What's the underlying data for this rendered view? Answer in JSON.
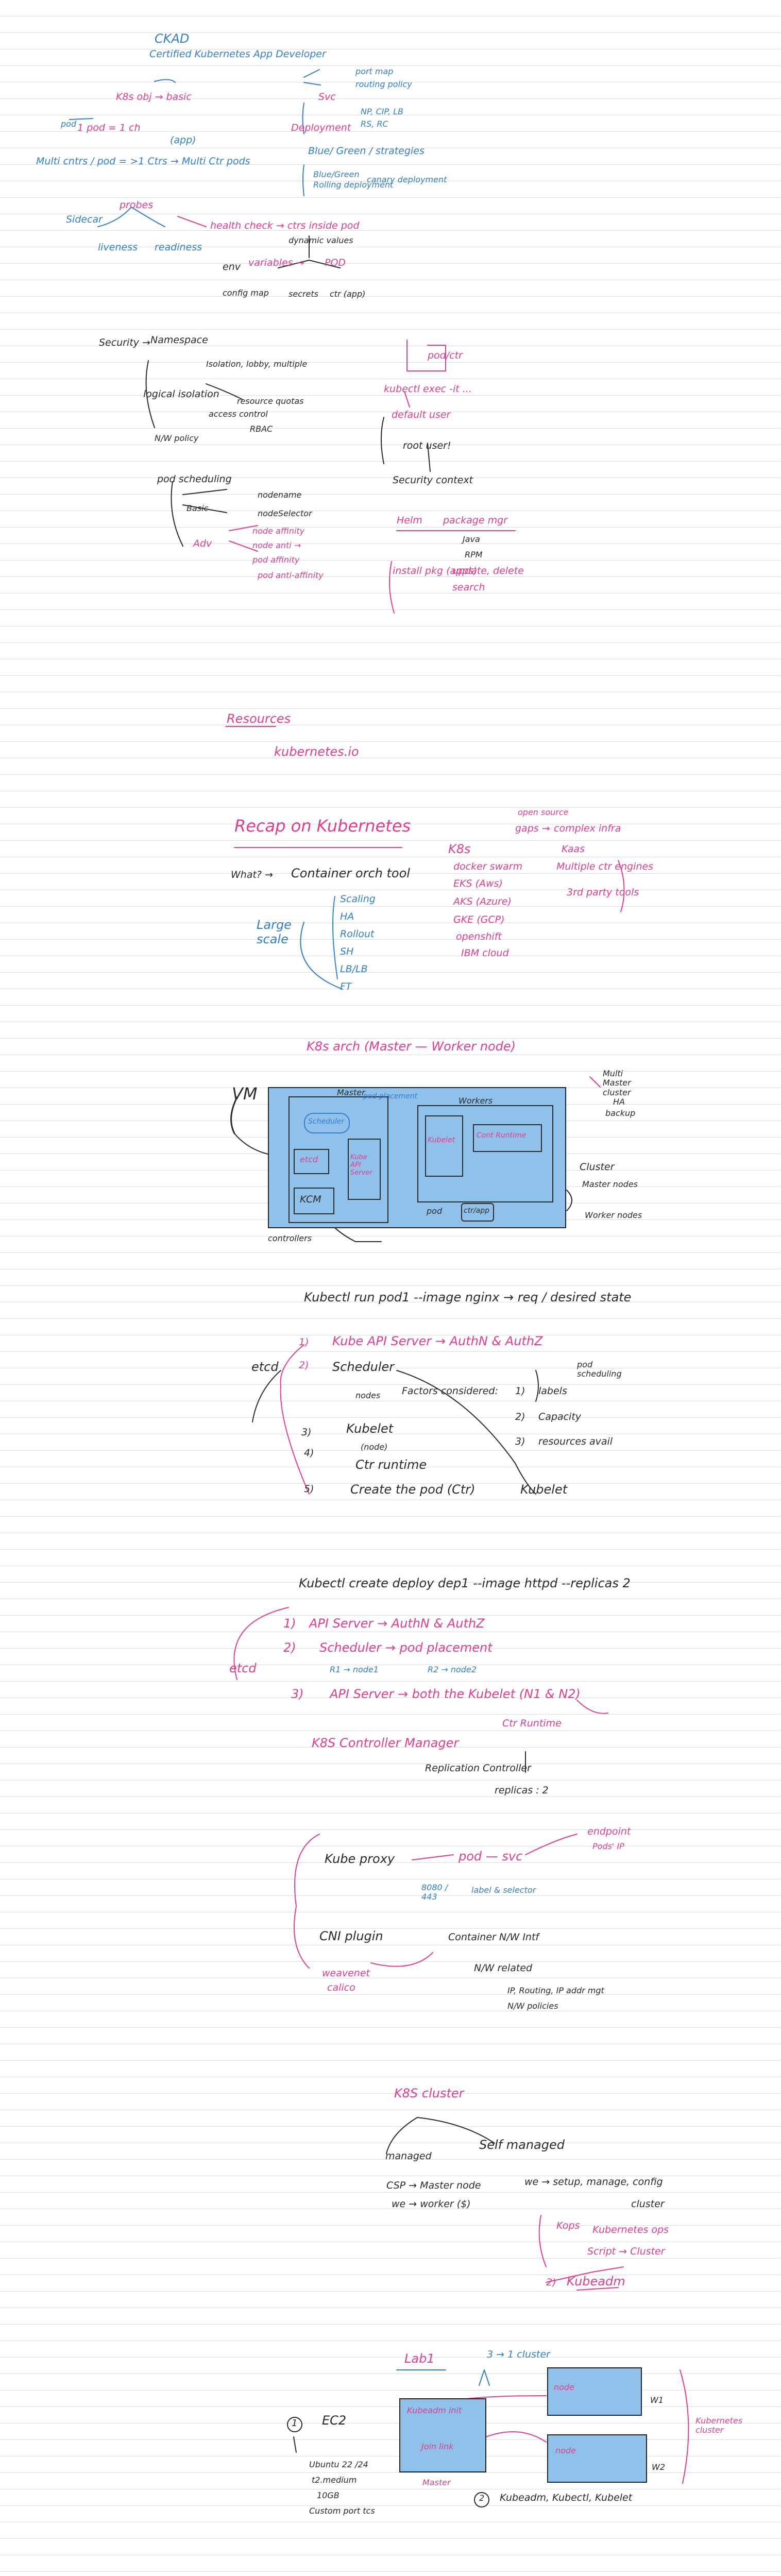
{
  "colors": {
    "blue": "#2f7fd3",
    "pink": "#e23d8f",
    "dark": "#2a2a2a",
    "box_fill": "#90c1ea",
    "ruling": "#d7dbe2"
  },
  "ckad": {
    "title": "CKAD",
    "subtitle": "Certified Kubernetes App Developer",
    "k8s_obj": "K8s obj → basic",
    "pod_eq": "1 pod = 1 ch",
    "app": "(app)",
    "pod_lbl": "pod",
    "multi": "Multi cntrs / pod = >1 Ctrs → Multi Ctr pods",
    "svc": "Svc",
    "port_map": "port map",
    "routing": "routing policy",
    "svc_types": "NP, CIP, LB",
    "svc_types2": "RS, RC",
    "deployment": "Deployment",
    "strategies": "Blue/ Green / strategies",
    "blue_green": "Blue/Green",
    "rolling": "Rolling deployment",
    "canary": "canary deployment",
    "sidecar": "Sidecar",
    "probes": "probes",
    "health": "health check → ctrs inside pod",
    "liveness": "liveness",
    "readiness": "readiness",
    "env": "env",
    "variables": "variables →",
    "dynamic": "dynamic values",
    "pod_var": "POD",
    "configmap": "config map",
    "secrets": "secrets",
    "ctr_app": "ctr (app)"
  },
  "security": {
    "title": "Security →",
    "namespace": "Namespace",
    "isolation": "Isolation, lobby, multiple",
    "logical": "logical isolation",
    "resource_quotas": "resource quotas",
    "access_control": "access control",
    "rbac": "RBAC",
    "nw_policy": "N/W policy",
    "pod_sched": "pod scheduling",
    "basic": "Basic",
    "nodename": "nodename",
    "nodeselector": "nodeSelector",
    "adv": "Adv",
    "node_affinity": "node affinity",
    "node_anti": "node anti →",
    "pod_affinity": "pod affinity",
    "pod_anti": "pod anti-affinity",
    "pod_ctr": "pod/ctr",
    "kubectl_exec": "kubectl exec -it ...",
    "default_user": "default user",
    "root_user": "root user!",
    "sec_context": "Security context",
    "helm": "Helm",
    "package_mgr": "package mgr",
    "java_lbl": "Java",
    "rpm": "RPM",
    "install_pkg": "install pkg (apps)",
    "update": "update, delete",
    "search": "search"
  },
  "resources": {
    "title": "Resources",
    "url": "kubernetes.io"
  },
  "recap": {
    "title": "Recap on Kubernetes",
    "what": "What? →",
    "container_orch": "Container orch tool",
    "large_scale": "Large scale",
    "features": [
      "Scaling",
      "HA",
      "Rollout",
      "SH",
      "LB/LB",
      "FT"
    ],
    "k8s": "K8s",
    "open_source": "open source",
    "gaps": "gaps →",
    "complex": "complex infra",
    "docker_swarm": "docker swarm",
    "eks": "EKS (Aws)",
    "aks": "AKS (Azure)",
    "gke": "GKE (GCP)",
    "openshift": "openshift",
    "ibm": "IBM cloud",
    "kaas": "Kaas",
    "multiple": "Multiple ctr engines",
    "third_party": "3rd party tools"
  },
  "arch": {
    "title": "K8s arch (Master — Worker node)",
    "master": "Master",
    "workers": "Workers",
    "scheduler": "Scheduler",
    "pod_placement": "pod placement",
    "etcd": "etcd",
    "kube_api": "Kube API Server",
    "kcm": "KCM",
    "kubelet": "Kubelet",
    "cont_runtime": "Cont Runtime",
    "pod": "pod",
    "ctr_app": "ctr/app",
    "controllers": "controllers",
    "vm": "VM",
    "multi_master": "Multi Master cluster",
    "ha": "HA",
    "backup": "backup",
    "cluster": "Cluster",
    "master_nodes": "Master nodes",
    "worker_nodes": "Worker nodes"
  },
  "run": {
    "cmd": "Kubectl run pod1 --image nginx → req / desired state",
    "steps": [
      "Kube API Server → AuthN & AuthZ",
      "Scheduler",
      "Kubelet",
      "(node)",
      "Ctr runtime",
      "Create the pod (Ctr)"
    ],
    "nums": [
      "1)",
      "2)",
      "3)",
      "4)",
      "5)"
    ],
    "factors": "Factors considered:",
    "labels": "labels",
    "capacity": "Capacity",
    "resources_avail": "resources avail",
    "pod_sched": "pod scheduling",
    "nodes": "nodes",
    "kubelet_label": "Kubelet",
    "etcd": "etcd"
  },
  "deploy": {
    "cmd": "Kubectl create deploy dep1 --image httpd --replicas 2",
    "step1": "API Server → AuthN & AuthZ",
    "step2": "Scheduler → pod placement",
    "r1": "R1 → node1",
    "r2": "R2 → node2",
    "step3": "API Server → both the Kubelet (N1 & N2)",
    "ctr_runtime": "Ctr Runtime",
    "etcd": "etcd",
    "kcm_title": "K8S Controller Manager",
    "replication": "Replication Controller",
    "replicas": "replicas : 2"
  },
  "proxy": {
    "kube_proxy": "Kube proxy",
    "pod_svc": "pod — svc",
    "endpoint": "endpoint",
    "pods_ip": "Pods' IP",
    "ports": "8080 / 443",
    "label_sel": "label & selector",
    "cni": "CNI plugin",
    "container_nw": "Container N/W Intf",
    "nw_related": "N/W related",
    "ip_routing": "IP, Routing, IP addr mgt",
    "nw_policies": "N/W policies",
    "weavenet": "weavenet",
    "calico": "calico"
  },
  "cluster": {
    "title": "K8S cluster",
    "managed": "managed",
    "self_managed": "Self managed",
    "csp": "CSP → Master node",
    "we_worker": "we → worker ($)",
    "we_setup": "we → setup, manage, config",
    "cluster_lbl": "cluster",
    "kops": "Kops",
    "kops_ops": "Kubernetes ops",
    "script": "Script → Cluster",
    "kubeadm": "Kubeadm"
  },
  "lab": {
    "title": "Lab1",
    "three_cluster": "3 → 1 cluster",
    "ec2": "EC2",
    "ubuntu": "Ubuntu 22 /24",
    "t2": "t2.medium",
    "disk": "10GB",
    "ports": "Custom port tcs",
    "num1": "1",
    "num2": "2",
    "kube_init": "Kubeadm init",
    "join_link": "Join link",
    "master": "Master",
    "node": "node",
    "w1": "W1",
    "w2": "W2",
    "install": "Kubeadm, Kubectl, Kubelet",
    "k8s_cluster": "Kubernetes cluster"
  }
}
